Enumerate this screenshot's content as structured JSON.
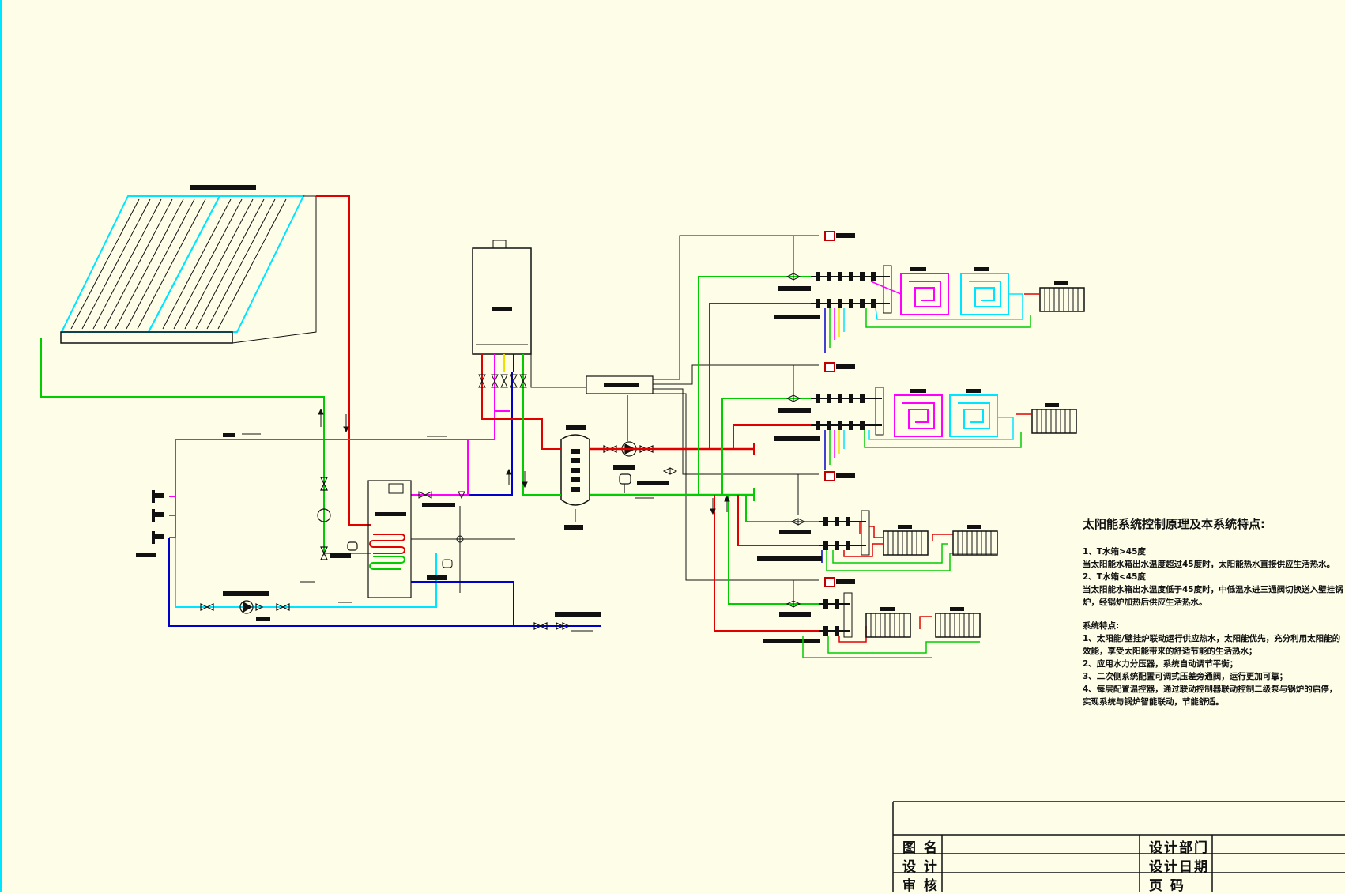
{
  "notes": {
    "title": "太阳能系统控制原理及本系统特点:",
    "lines": [
      "1、T水箱>45度",
      "当太阳能水箱出水温度超过45度时，太阳能热水直接供应生活热水。",
      "2、T水箱<45度",
      "当太阳能水箱出水温度低于45度时，中低温水进三通阀切换送入壁挂锅炉，经锅炉加热后供应生活热水。",
      "",
      "系统特点:",
      "1、太阳能/壁挂炉联动运行供应热水，太阳能优先，充分利用太阳能的效能，享受太阳能带来的舒适节能的生活热水；",
      "2、应用水力分压器，系统自动调节平衡；",
      "3、二次侧系统配置可调式压差旁通阀，运行更加可靠；",
      "4、每层配置温控器，通过联动控制器联动控制二级泵与锅炉的启停，实现系统与锅炉智能联动，节能舒适。"
    ]
  },
  "title_block": {
    "drawing_name_label": "图  名",
    "designer_label": "设  计",
    "reviewer_label": "审  核",
    "design_dept_label": "设计部门",
    "design_date_label": "设计日期",
    "page_label": "页    码"
  },
  "colors": {
    "background": "#fefee8",
    "hot_supply": "#e00000",
    "return": "#00cc00",
    "solar_loop": "#00e5ff",
    "hot_domestic": "#ff00ff",
    "cold_water": "#0000cc",
    "control": "#222222",
    "yellow": "#f0e000"
  }
}
